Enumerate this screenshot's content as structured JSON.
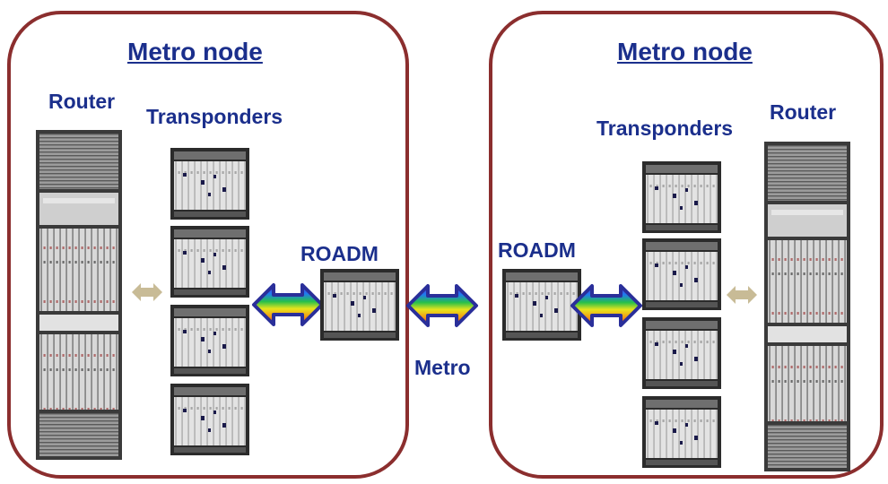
{
  "left_node": {
    "title": "Metro node",
    "router_label": "Router",
    "transponders_label": "Transponders",
    "roadm_label": "ROADM"
  },
  "right_node": {
    "title": "Metro node",
    "router_label": "Router",
    "transponders_label": "Transponders",
    "roadm_label": "ROADM"
  },
  "link_label": "Metro",
  "colors": {
    "node_border": "#8b2e2e",
    "label_text": "#1b2f8c",
    "router_link_arrow": "#c8bb96",
    "wdm_arrow_outline": "#2a2f9a"
  },
  "icons": [
    "router-rack",
    "transponder-shelf",
    "roadm-shelf",
    "double-arrow",
    "rainbow-double-arrow"
  ]
}
